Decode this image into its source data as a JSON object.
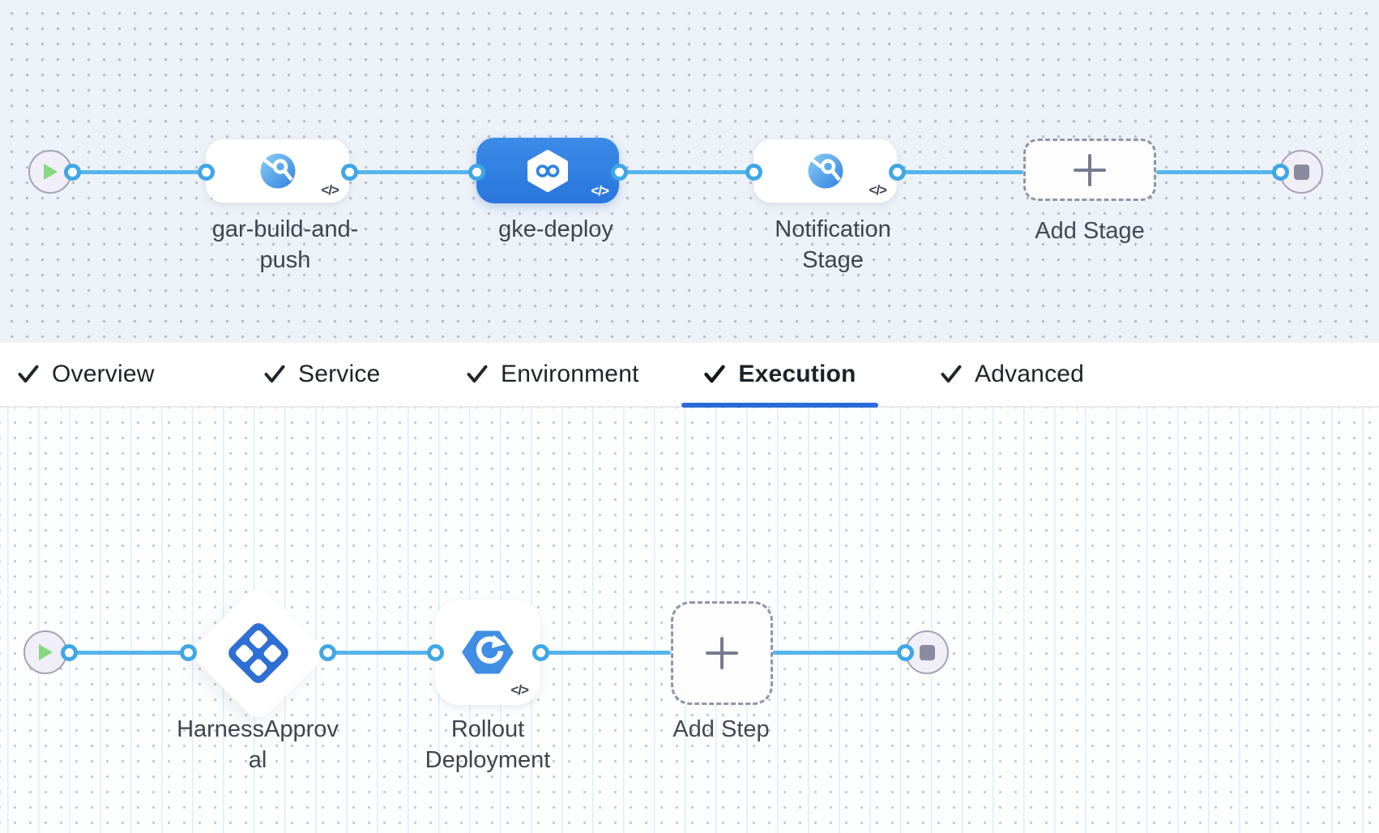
{
  "glyphs": {
    "code": "</>"
  },
  "colors": {
    "selected_stage_blue": "#2f80e1",
    "connector_blue": "#56b5ea",
    "active_tab_underline": "#2b6bd9",
    "stage_canvas_bg": "#edf2f8",
    "step_canvas_bg": "#fdfefe"
  },
  "stage_pipeline": {
    "stages": [
      {
        "name": "gar-build-and-push",
        "icon": "custom-stage-icon",
        "selected": false,
        "label_lines": [
          "gar-build-and-",
          "push"
        ]
      },
      {
        "name": "gke-deploy",
        "icon": "harness-cd-icon",
        "selected": true,
        "label_lines": [
          "gke-deploy",
          ""
        ]
      },
      {
        "name": "Notification Stage",
        "icon": "custom-stage-icon",
        "selected": false,
        "label_lines": [
          "Notification",
          "Stage"
        ]
      }
    ],
    "add_stage_label": "Add Stage"
  },
  "tabs": [
    {
      "label": "Overview",
      "checked": true,
      "active": false
    },
    {
      "label": "Service",
      "checked": true,
      "active": false
    },
    {
      "label": "Environment",
      "checked": true,
      "active": false
    },
    {
      "label": "Execution",
      "checked": true,
      "active": true
    },
    {
      "label": "Advanced",
      "checked": true,
      "active": false
    }
  ],
  "execution_steps": {
    "steps": [
      {
        "name": "HarnessApproval",
        "icon": "approval-icon",
        "shape": "diamond",
        "label_lines": [
          "HarnessApprov",
          "al"
        ]
      },
      {
        "name": "Rollout Deployment",
        "icon": "rollout-deployment-icon",
        "shape": "card",
        "label_lines": [
          "Rollout",
          "Deployment"
        ]
      }
    ],
    "add_step_label": "Add Step"
  }
}
